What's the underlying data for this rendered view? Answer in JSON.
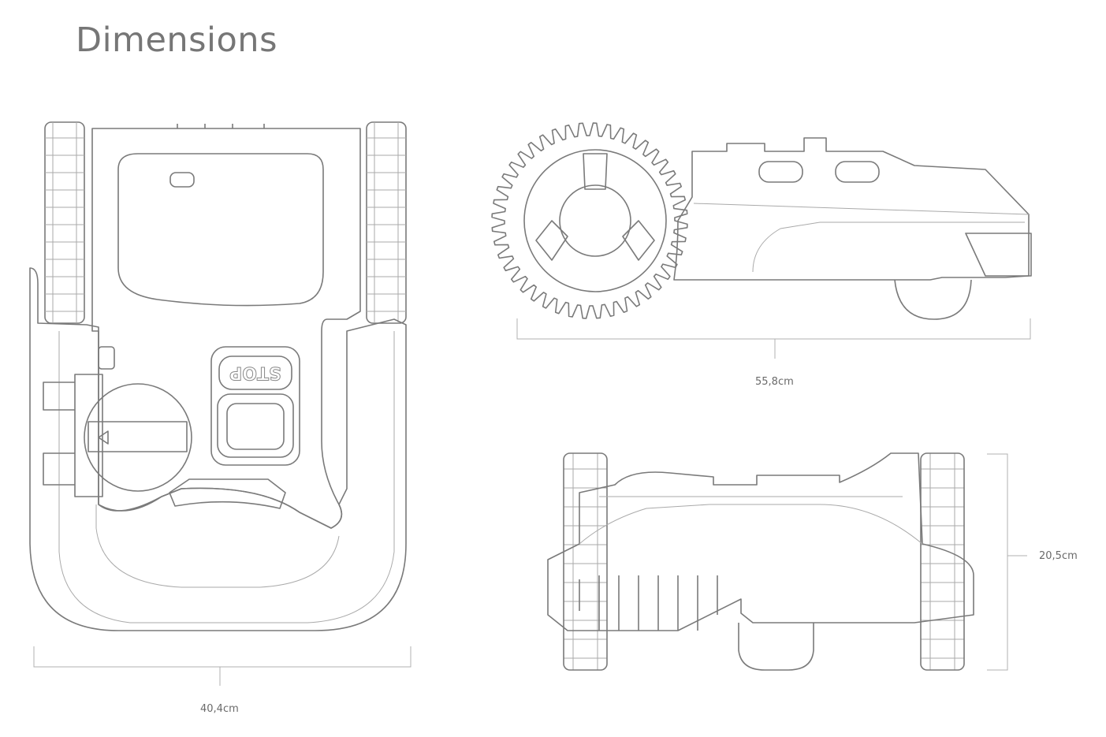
{
  "title": "Dimensions",
  "views": {
    "top_view": {
      "width_label": "40,4cm",
      "stop_button_text": "STOP"
    },
    "side_view": {
      "length_label": "55,8cm"
    },
    "front_view": {
      "height_label": "20,5cm"
    }
  },
  "colors": {
    "line": "#7a7a7a",
    "text": "#767676",
    "dimension": "#b0b0b0"
  }
}
